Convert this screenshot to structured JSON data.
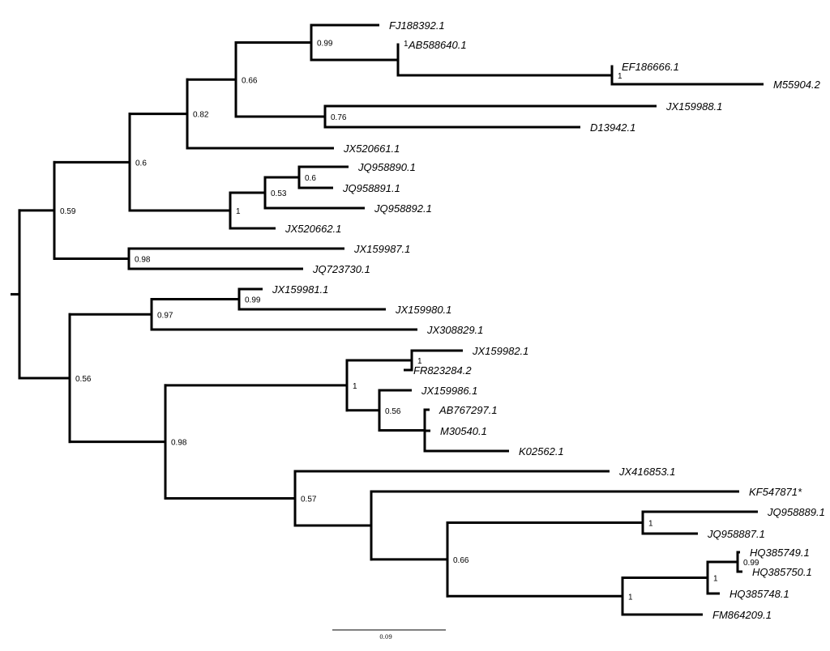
{
  "tree": {
    "id": "root",
    "children": [
      {
        "id": "n059",
        "support": "0.59",
        "children": [
          {
            "id": "n06",
            "support": "0.6",
            "children": [
              {
                "id": "n082",
                "support": "0.82",
                "children": [
                  {
                    "id": "n066",
                    "support": "0.66",
                    "children": [
                      {
                        "id": "n099a",
                        "support": "0.99",
                        "children": [
                          {
                            "id": "FJ188392.1",
                            "label": "FJ188392.1"
                          },
                          {
                            "id": "n1a",
                            "support": "1",
                            "children": [
                              {
                                "id": "AB588640.1",
                                "label": "AB588640.1"
                              },
                              {
                                "id": "n1b",
                                "support": "1",
                                "children": [
                                  {
                                    "id": "EF186666.1",
                                    "label": "EF186666.1"
                                  },
                                  {
                                    "id": "M55904.2",
                                    "label": "M55904.2"
                                  }
                                ]
                              }
                            ]
                          }
                        ]
                      },
                      {
                        "id": "n076",
                        "support": "0.76",
                        "children": [
                          {
                            "id": "JX159988.1",
                            "label": "JX159988.1"
                          },
                          {
                            "id": "D13942.1",
                            "label": "D13942.1"
                          }
                        ]
                      }
                    ]
                  },
                  {
                    "id": "JX520661.1",
                    "label": "JX520661.1"
                  }
                ]
              },
              {
                "id": "n1c",
                "support": "1",
                "children": [
                  {
                    "id": "n053",
                    "support": "0.53",
                    "children": [
                      {
                        "id": "n06b",
                        "support": "0.6",
                        "children": [
                          {
                            "id": "JQ958890.1",
                            "label": "JQ958890.1"
                          },
                          {
                            "id": "JQ958891.1",
                            "label": "JQ958891.1"
                          }
                        ]
                      },
                      {
                        "id": "JQ958892.1",
                        "label": "JQ958892.1"
                      }
                    ]
                  },
                  {
                    "id": "JX520662.1",
                    "label": "JX520662.1"
                  }
                ]
              }
            ]
          },
          {
            "id": "n098a",
            "support": "0.98",
            "children": [
              {
                "id": "JX159987.1",
                "label": "JX159987.1"
              },
              {
                "id": "JQ723730.1",
                "label": "JQ723730.1"
              }
            ]
          }
        ]
      },
      {
        "id": "n056",
        "support": "0.56",
        "children": [
          {
            "id": "n097",
            "support": "0.97",
            "children": [
              {
                "id": "n099b",
                "support": "0.99",
                "children": [
                  {
                    "id": "JX159981.1",
                    "label": "JX159981.1"
                  },
                  {
                    "id": "JX159980.1",
                    "label": "JX159980.1"
                  }
                ]
              },
              {
                "id": "JX308829.1",
                "label": "JX308829.1"
              }
            ]
          },
          {
            "id": "n098b",
            "support": "0.98",
            "children": [
              {
                "id": "n1d",
                "support": "1",
                "children": [
                  {
                    "id": "n1e",
                    "support": "1",
                    "children": [
                      {
                        "id": "JX159982.1",
                        "label": "JX159982.1"
                      },
                      {
                        "id": "FR823284.2",
                        "label": "FR823284.2"
                      }
                    ]
                  },
                  {
                    "id": "n056b",
                    "support": "0.56",
                    "children": [
                      {
                        "id": "JX159986.1",
                        "label": "JX159986.1"
                      },
                      {
                        "id": "npoly",
                        "children": [
                          {
                            "id": "AB767297.1",
                            "label": "AB767297.1"
                          },
                          {
                            "id": "M30540.1",
                            "label": "M30540.1"
                          },
                          {
                            "id": "K02562.1",
                            "label": "K02562.1"
                          }
                        ]
                      }
                    ]
                  }
                ]
              },
              {
                "id": "n057",
                "support": "0.57",
                "children": [
                  {
                    "id": "JX416853.1",
                    "label": "JX416853.1"
                  },
                  {
                    "id": "nx",
                    "children": [
                      {
                        "id": "KF547871",
                        "label": "KF547871*"
                      },
                      {
                        "id": "n066b",
                        "support": "0.66",
                        "children": [
                          {
                            "id": "n1f",
                            "support": "1",
                            "children": [
                              {
                                "id": "JQ958889.1",
                                "label": "JQ958889.1"
                              },
                              {
                                "id": "JQ958887.1",
                                "label": "JQ958887.1"
                              }
                            ]
                          },
                          {
                            "id": "n1g",
                            "support": "1",
                            "children": [
                              {
                                "id": "n1h",
                                "support": "1",
                                "children": [
                                  {
                                    "id": "n099c",
                                    "support": "0.99",
                                    "children": [
                                      {
                                        "id": "HQ385749.1",
                                        "label": "HQ385749.1"
                                      },
                                      {
                                        "id": "HQ385750.1",
                                        "label": "HQ385750.1"
                                      }
                                    ]
                                  },
                                  {
                                    "id": "HQ385748.1",
                                    "label": "HQ385748.1"
                                  }
                                ]
                              },
                              {
                                "id": "FM864209.1",
                                "label": "FM864209.1"
                              }
                            ]
                          }
                        ]
                      }
                    ]
                  }
                ]
              }
            ]
          }
        ]
      }
    ]
  },
  "scale_bar": {
    "label": "0.09"
  }
}
